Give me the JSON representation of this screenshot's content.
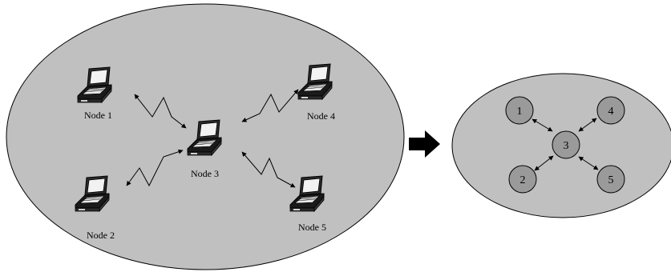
{
  "left_network": {
    "nodes": [
      {
        "id": "node1",
        "label": "Node 1",
        "icon": "laptop-icon"
      },
      {
        "id": "node2",
        "label": "Node 2",
        "icon": "laptop-icon"
      },
      {
        "id": "node3",
        "label": "Node 3",
        "icon": "laptop-icon"
      },
      {
        "id": "node4",
        "label": "Node 4",
        "icon": "laptop-icon"
      },
      {
        "id": "node5",
        "label": "Node 5",
        "icon": "laptop-icon"
      }
    ],
    "links": [
      [
        "node1",
        "node3"
      ],
      [
        "node4",
        "node3"
      ],
      [
        "node2",
        "node3"
      ],
      [
        "node5",
        "node3"
      ]
    ],
    "link_icon": "wireless-link-icon"
  },
  "transform_arrow": {
    "icon": "right-arrow-icon"
  },
  "right_graph": {
    "nodes": [
      {
        "id": "n1",
        "label": "1"
      },
      {
        "id": "n2",
        "label": "2"
      },
      {
        "id": "n3",
        "label": "3"
      },
      {
        "id": "n4",
        "label": "4"
      },
      {
        "id": "n5",
        "label": "5"
      }
    ]
  },
  "colors": {
    "background": "#ffffff",
    "cloud_fill": "#c0c0c0",
    "node_fill": "#9a9a9a",
    "stroke": "#000000"
  }
}
